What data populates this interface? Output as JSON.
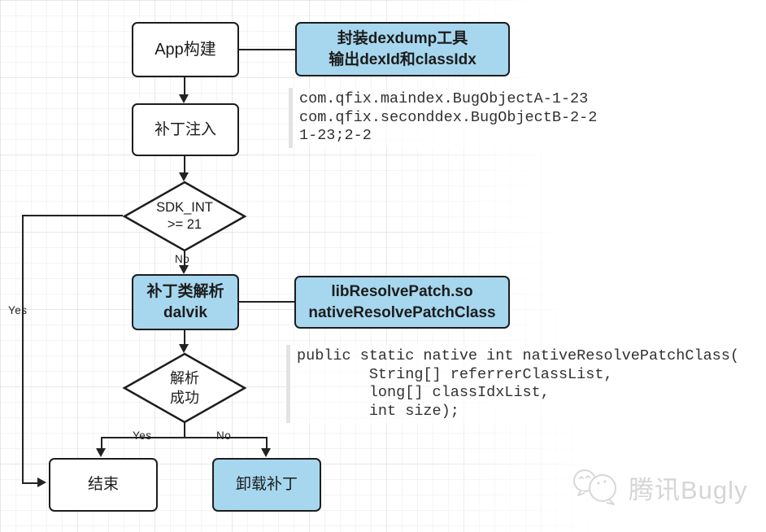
{
  "colors": {
    "node_fill_blue": "#a6d7ee",
    "node_border": "#1d1d1d",
    "connector": "#222222",
    "code_text": "#313131",
    "watermark_gray": "#d5d5d5",
    "grid_line": "#ebebeb"
  },
  "nodes": {
    "app_build": {
      "label": "App构建"
    },
    "dexdump_tool": {
      "label": "封装dexdump工具\n输出dexId和classIdx"
    },
    "patch_inject": {
      "label": "补丁注入"
    },
    "sdk_check": {
      "label": "SDK_INT\n>= 21"
    },
    "patch_resolve_dalvik": {
      "label": "补丁类解析\ndalvik"
    },
    "native_lib": {
      "label": "libResolvePatch.so\nnativeResolvePatchClass"
    },
    "resolve_check": {
      "label": "解析\n成功"
    },
    "end": {
      "label": "结束"
    },
    "unload_patch": {
      "label": "卸载补丁"
    }
  },
  "edge_labels": {
    "sdk_yes": "Yes",
    "sdk_no": "No",
    "resolve_yes": "Yes",
    "resolve_no": "No"
  },
  "code": {
    "dexdump_output": "com.qfix.maindex.BugObjectA-1-23\ncom.qfix.seconddex.BugObjectB-2-2\n1-23;2-2",
    "native_signature": "public static native int nativeResolvePatchClass(\n        String[] referrerClassList,\n        long[] classIdxList,\n        int size);"
  },
  "watermark": {
    "brand": "腾讯Bugly"
  }
}
